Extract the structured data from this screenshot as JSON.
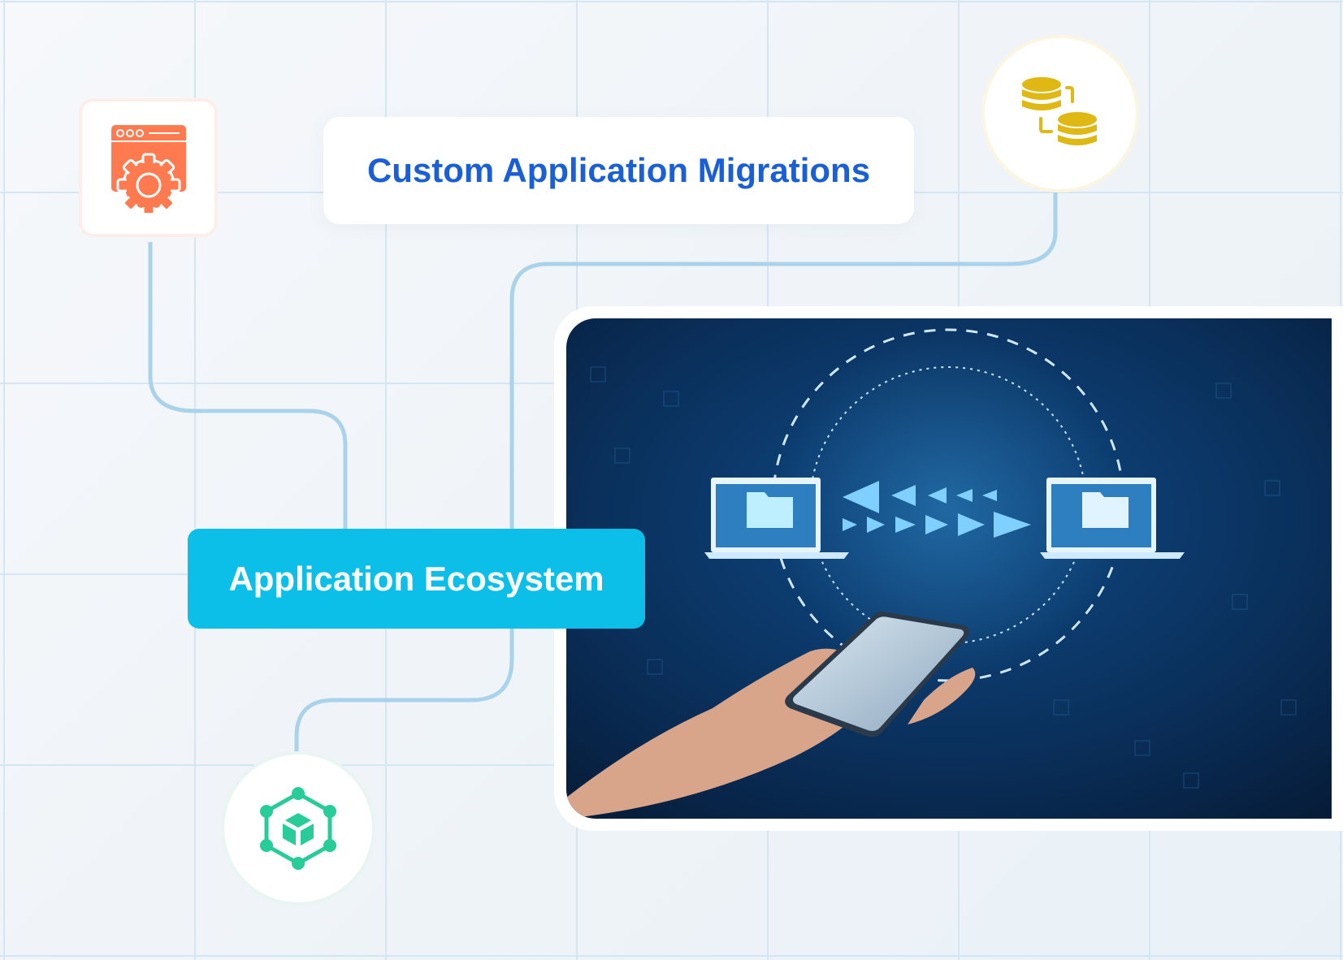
{
  "title_card": {
    "label": "Custom Application Migrations"
  },
  "ecosystem_card": {
    "label": "Application Ecosystem"
  },
  "icons": {
    "top_left": "browser-gear-icon",
    "top_right": "database-transfer-icon",
    "bottom_left": "network-cube-icon"
  },
  "photo": {
    "subject": "phone-data-transfer-photo"
  },
  "colors": {
    "title_text": "#1a5fd6",
    "ecosystem_bg": "#0cbfe8",
    "gear_icon": "#ff7a4f",
    "coin_icon": "#e0b814",
    "cube_icon": "#27cc98",
    "connector": "#a9d3ea",
    "grid": "#d3e6f3"
  }
}
